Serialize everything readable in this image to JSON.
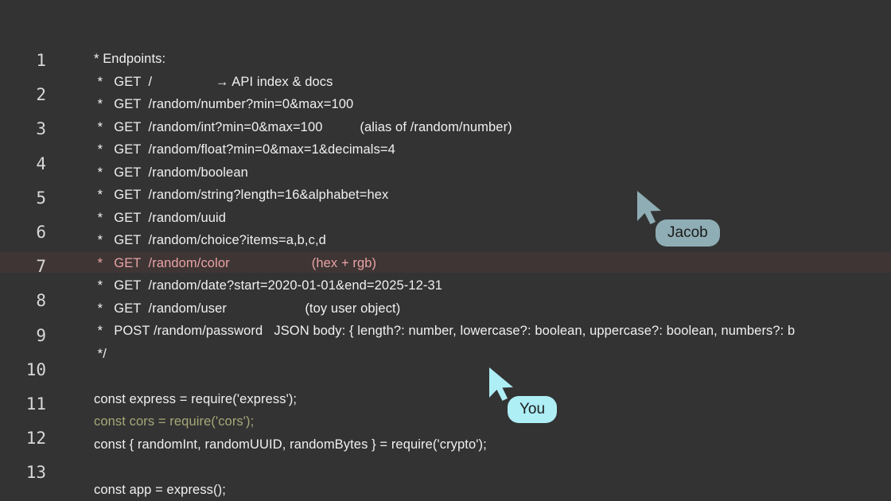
{
  "editor": {
    "background_color": "#333333",
    "gutter": {
      "line_numbers": [
        "1",
        "2",
        "3",
        "4",
        "5",
        "6",
        "7",
        "8",
        "9",
        "10",
        "11",
        "12",
        "13"
      ],
      "color": "#d8d8d8"
    },
    "code_lines": [
      {
        "text": "* Endpoints:",
        "state": "normal"
      },
      {
        "text": " *   GET  /                 → API index & docs",
        "state": "normal"
      },
      {
        "text": " *   GET  /random/number?min=0&max=100",
        "state": "normal"
      },
      {
        "text": " *   GET  /random/int?min=0&max=100          (alias of /random/number)",
        "state": "normal"
      },
      {
        "text": " *   GET  /random/float?min=0&max=1&decimals=4",
        "state": "normal"
      },
      {
        "text": " *   GET  /random/boolean",
        "state": "normal"
      },
      {
        "text": " *   GET  /random/string?length=16&alphabet=hex",
        "state": "normal"
      },
      {
        "text": " *   GET  /random/uuid",
        "state": "normal"
      },
      {
        "text": " *   GET  /random/choice?items=a,b,c,d",
        "state": "normal"
      },
      {
        "text": " *   GET  /random/color                      (hex + rgb)",
        "state": "highlight-red"
      },
      {
        "text": " *   GET  /random/date?start=2020-01-01&end=2025-12-31",
        "state": "normal"
      },
      {
        "text": " *   GET  /random/user                     (toy user object)",
        "state": "normal"
      },
      {
        "text": " *   POST /random/password   JSON body: { length?: number, lowercase?: boolean, uppercase?: boolean, numbers?: b",
        "state": "normal"
      },
      {
        "text": " */",
        "state": "normal"
      },
      {
        "text": "",
        "state": "normal"
      },
      {
        "text": "const express = require('express');",
        "state": "normal"
      },
      {
        "text": "const cors = require('cors');",
        "state": "highlight-olive"
      },
      {
        "text": "const { randomInt, randomUUID, randomBytes } = require('crypto');",
        "state": "normal"
      },
      {
        "text": "",
        "state": "normal"
      },
      {
        "text": "const app = express();",
        "state": "normal"
      }
    ],
    "colors": {
      "text": "#f0f0f0",
      "highlight_red_text": "#e9a3a3",
      "highlight_olive_text": "#a7a878"
    }
  },
  "collaborators": [
    {
      "name": "Jacob",
      "color": "#8fadb4",
      "label_text_color": "#1b1b1b"
    },
    {
      "name": "You",
      "color": "#aeeef5",
      "label_text_color": "#1b1b1b"
    }
  ]
}
